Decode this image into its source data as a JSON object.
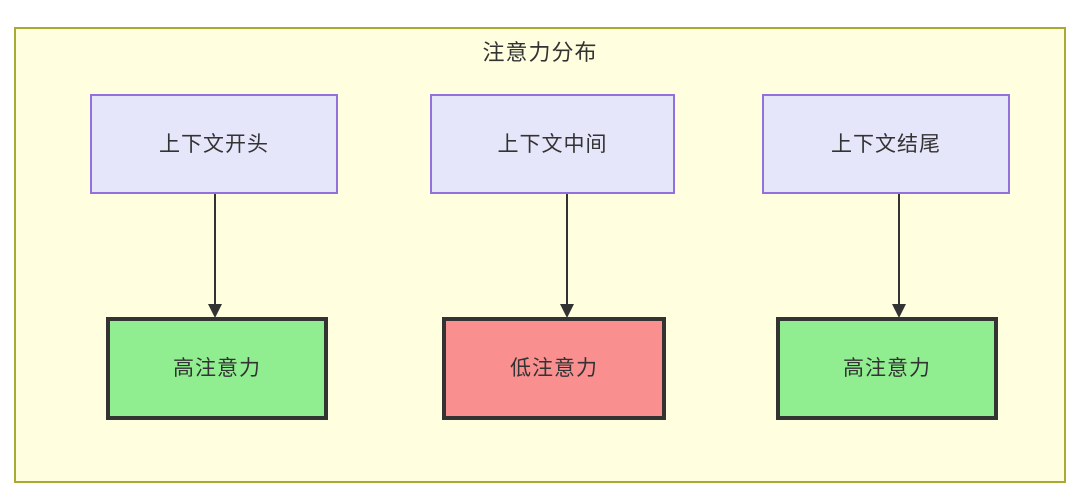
{
  "diagram": {
    "title": "注意力分布",
    "frame": {
      "background_color": "#ffffe0",
      "border_color": "#aaaa33"
    },
    "source_nodes": [
      {
        "id": "context-start",
        "label": "上下文开头",
        "fill": "#e6e6fa",
        "border": "#9370db"
      },
      {
        "id": "context-middle",
        "label": "上下文中间",
        "fill": "#e6e6fa",
        "border": "#9370db"
      },
      {
        "id": "context-end",
        "label": "上下文结尾",
        "fill": "#e6e6fa",
        "border": "#9370db"
      }
    ],
    "result_nodes": [
      {
        "id": "attention-start",
        "label": "高注意力",
        "fill": "#90ee90",
        "border": "#333333",
        "level": "high"
      },
      {
        "id": "attention-middle",
        "label": "低注意力",
        "fill": "#fa8f8f",
        "border": "#333333",
        "level": "low"
      },
      {
        "id": "attention-end",
        "label": "高注意力",
        "fill": "#90ee90",
        "border": "#333333",
        "level": "high"
      }
    ],
    "edges": [
      {
        "from": "context-start",
        "to": "attention-start",
        "label": "",
        "arrow": "down-arrow-icon"
      },
      {
        "from": "context-middle",
        "to": "attention-middle",
        "label": "",
        "arrow": "down-arrow-icon"
      },
      {
        "from": "context-end",
        "to": "attention-end",
        "label": "",
        "arrow": "down-arrow-icon"
      }
    ]
  }
}
